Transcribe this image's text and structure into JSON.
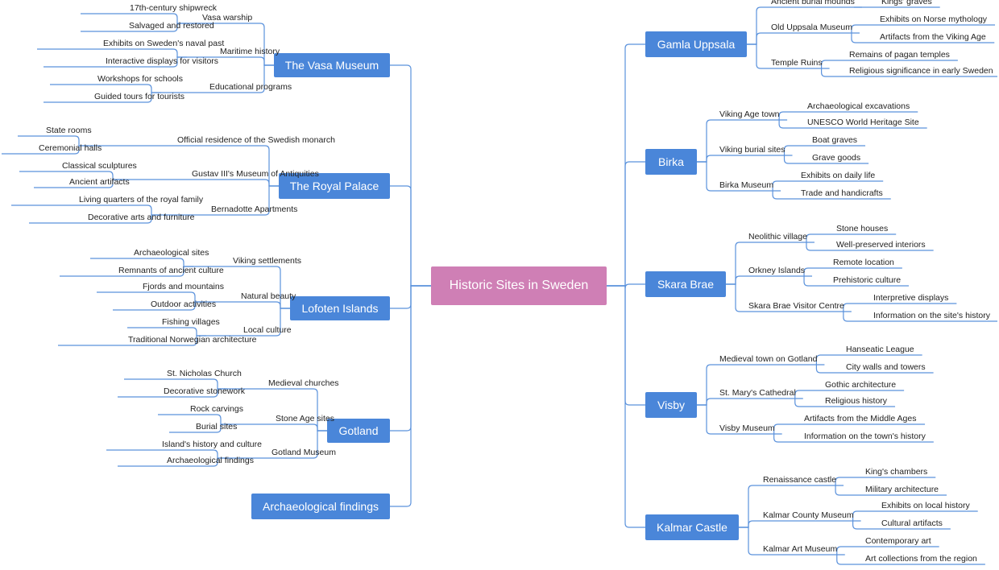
{
  "colors": {
    "root": "#cf7fb5",
    "branch": "#4a86d9",
    "line": "#5b92dc"
  },
  "root": "Historic Sites in Sweden",
  "left": [
    {
      "label": "The Vasa Museum",
      "children": [
        {
          "label": "Vasa warship",
          "children": [
            "17th-century shipwreck",
            "Salvaged and restored"
          ]
        },
        {
          "label": "Maritime history",
          "children": [
            "Exhibits on Sweden's naval past",
            "Interactive displays for visitors"
          ]
        },
        {
          "label": "Educational programs",
          "children": [
            "Workshops for schools",
            "Guided tours for tourists"
          ]
        }
      ]
    },
    {
      "label": "The Royal Palace",
      "children": [
        {
          "label": "Official residence of the Swedish monarch",
          "children": [
            "State rooms",
            "Ceremonial halls"
          ]
        },
        {
          "label": "Gustav III's Museum of Antiquities",
          "children": [
            "Classical sculptures",
            "Ancient artifacts"
          ]
        },
        {
          "label": "Bernadotte Apartments",
          "children": [
            "Living quarters of the royal family",
            "Decorative arts and furniture"
          ]
        }
      ]
    },
    {
      "label": "Lofoten Islands",
      "children": [
        {
          "label": "Viking settlements",
          "children": [
            "Archaeological sites",
            "Remnants of ancient culture"
          ]
        },
        {
          "label": "Natural beauty",
          "children": [
            "Fjords and mountains",
            "Outdoor activities"
          ]
        },
        {
          "label": "Local culture",
          "children": [
            "Fishing villages",
            "Traditional Norwegian architecture"
          ]
        }
      ]
    },
    {
      "label": "Gotland",
      "children": [
        {
          "label": "Medieval churches",
          "children": [
            "St. Nicholas Church",
            "Decorative stonework"
          ]
        },
        {
          "label": "Stone Age sites",
          "children": [
            "Rock carvings",
            "Burial sites"
          ]
        },
        {
          "label": "Gotland Museum",
          "children": [
            "Island's history and culture",
            "Archaeological findings"
          ]
        }
      ]
    },
    {
      "label": "Archaeological findings",
      "children": []
    }
  ],
  "right": [
    {
      "label": "Gamla Uppsala",
      "children": [
        {
          "label": "Ancient burial mounds",
          "children": [
            "Kings' graves"
          ]
        },
        {
          "label": "Old Uppsala Museum",
          "children": [
            "Exhibits on Norse mythology",
            "Artifacts from the Viking Age"
          ]
        },
        {
          "label": "Temple Ruins",
          "children": [
            "Remains of pagan temples",
            "Religious significance in early Sweden"
          ]
        }
      ]
    },
    {
      "label": "Birka",
      "children": [
        {
          "label": "Viking Age town",
          "children": [
            "Archaeological excavations",
            "UNESCO World Heritage Site"
          ]
        },
        {
          "label": "Viking burial sites",
          "children": [
            "Boat graves",
            "Grave goods"
          ]
        },
        {
          "label": "Birka Museum",
          "children": [
            "Exhibits on daily life",
            "Trade and handicrafts"
          ]
        }
      ]
    },
    {
      "label": "Skara Brae",
      "children": [
        {
          "label": "Neolithic village",
          "children": [
            "Stone houses",
            "Well-preserved interiors"
          ]
        },
        {
          "label": "Orkney Islands",
          "children": [
            "Remote location",
            "Prehistoric culture"
          ]
        },
        {
          "label": "Skara Brae Visitor Centre",
          "children": [
            "Interpretive displays",
            "Information on the site's history"
          ]
        }
      ]
    },
    {
      "label": "Visby",
      "children": [
        {
          "label": "Medieval town on Gotland",
          "children": [
            "Hanseatic League",
            "City walls and towers"
          ]
        },
        {
          "label": "St. Mary's Cathedral",
          "children": [
            "Gothic architecture",
            "Religious history"
          ]
        },
        {
          "label": "Visby Museum",
          "children": [
            "Artifacts from the Middle Ages",
            "Information on the town's history"
          ]
        }
      ]
    },
    {
      "label": "Kalmar Castle",
      "children": [
        {
          "label": "Renaissance castle",
          "children": [
            "King's chambers",
            "Military architecture"
          ]
        },
        {
          "label": "Kalmar County Museum",
          "children": [
            "Exhibits on local history",
            "Cultural artifacts"
          ]
        },
        {
          "label": "Kalmar Art Museum",
          "children": [
            "Contemporary art",
            "Art collections from the region"
          ]
        }
      ]
    }
  ]
}
